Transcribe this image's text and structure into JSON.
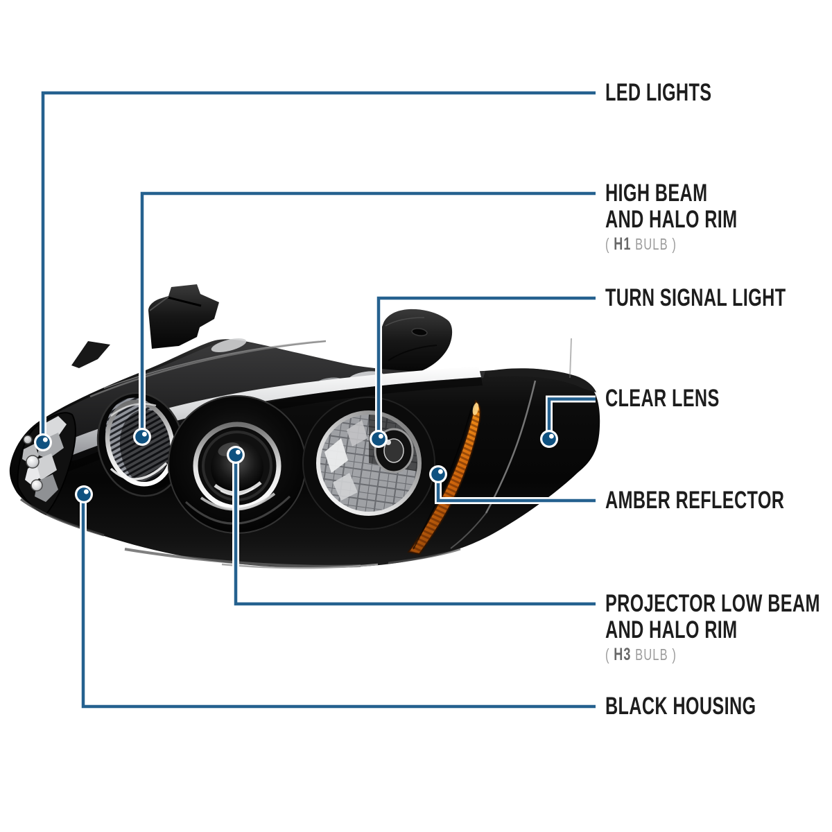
{
  "palette": {
    "background": "#ffffff",
    "line": "#25618f",
    "casing": "#ffffff",
    "dot": "#0f5180",
    "label_text": "#1d1d1d",
    "sub_text": "#9b9b9b",
    "bulb_code_text": "#686868",
    "amber_lens": "#e87b12",
    "housing_black": "#0d0d0d",
    "chrome": "#d9dadb"
  },
  "diagram": {
    "subject": "Projector headlight feature callout diagram",
    "callouts": [
      {
        "id": "led-lights",
        "label": "LED LIGHTS"
      },
      {
        "id": "high-beam",
        "label": "HIGH BEAM",
        "label2": "AND HALO RIM",
        "bulb_open": "( ",
        "bulb_code": "H1",
        "bulb_rest": " BULB )"
      },
      {
        "id": "turn-signal",
        "label": "TURN SIGNAL LIGHT"
      },
      {
        "id": "clear-lens",
        "label": "CLEAR LENS"
      },
      {
        "id": "amber-reflector",
        "label": "AMBER REFLECTOR"
      },
      {
        "id": "projector-low-beam",
        "label": "PROJECTOR LOW BEAM",
        "label2": "AND HALO RIM",
        "bulb_open": "( ",
        "bulb_code": "H3",
        "bulb_rest": " BULB )"
      },
      {
        "id": "black-housing",
        "label": "BLACK HOUSING"
      }
    ]
  }
}
